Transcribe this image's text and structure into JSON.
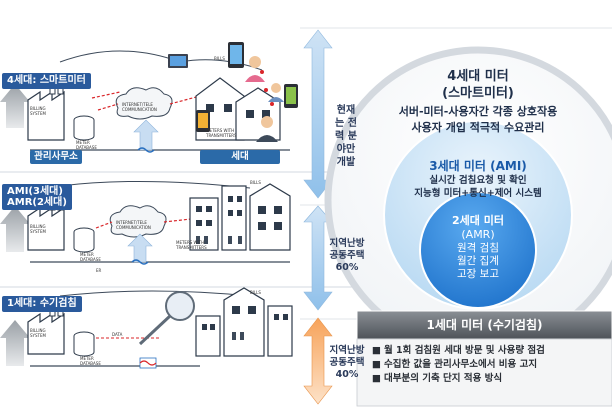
{
  "left_panel": {
    "gen4_label": "4세대: 스마트미터",
    "gen3_label_line1": "AMI(3세대)",
    "gen3_label_line2": "AMR(2세대)",
    "gen1_label": "1세대: 수기검침",
    "office_tag": "관리사무소",
    "household_tag": "세대",
    "billing_system": "BILLING SYSTEM",
    "meter_database": "METER DATABASE",
    "internet_comm": "INTERNET/TELE COMMUNICATION",
    "meters_with_transmitters": "METERS WITH TRANSMITTERS",
    "bills": "BILLS",
    "data": "DATA",
    "er": "ER"
  },
  "middle_column": {
    "current": "현재는 전력 분야만 개발",
    "regional_60": "지역난방 공동주택 60%",
    "regional_40": "지역난방 공동주택 40%"
  },
  "circles": {
    "gen4_title": "4세대 미터",
    "gen4_subtitle": "(스마트미터)",
    "gen4_desc1": "서버-미터-사용자간 각종 상호작용",
    "gen4_desc2": "사용자 개입 적극적 수요관리",
    "gen3_title": "3세대 미터 (AMI)",
    "gen3_desc1": "실시간 검침요청 및 확인",
    "gen3_desc2": "지능형 미터+통신+제어 시스템",
    "gen2_title": "2세대 미터",
    "gen2_subtitle": "(AMR)",
    "gen2_desc1": "원격 검침",
    "gen2_desc2": "월간 집계",
    "gen2_desc3": "고장 보고"
  },
  "gen1_box": {
    "title": "1세대 미터 (수기검침)",
    "bullets": [
      "월 1회 검침원 세대 방문 및 사용량 점검",
      "수집한 값을 관리사무소에서 비용 고지",
      "대부분의 기축 단지 적용 방식"
    ]
  }
}
